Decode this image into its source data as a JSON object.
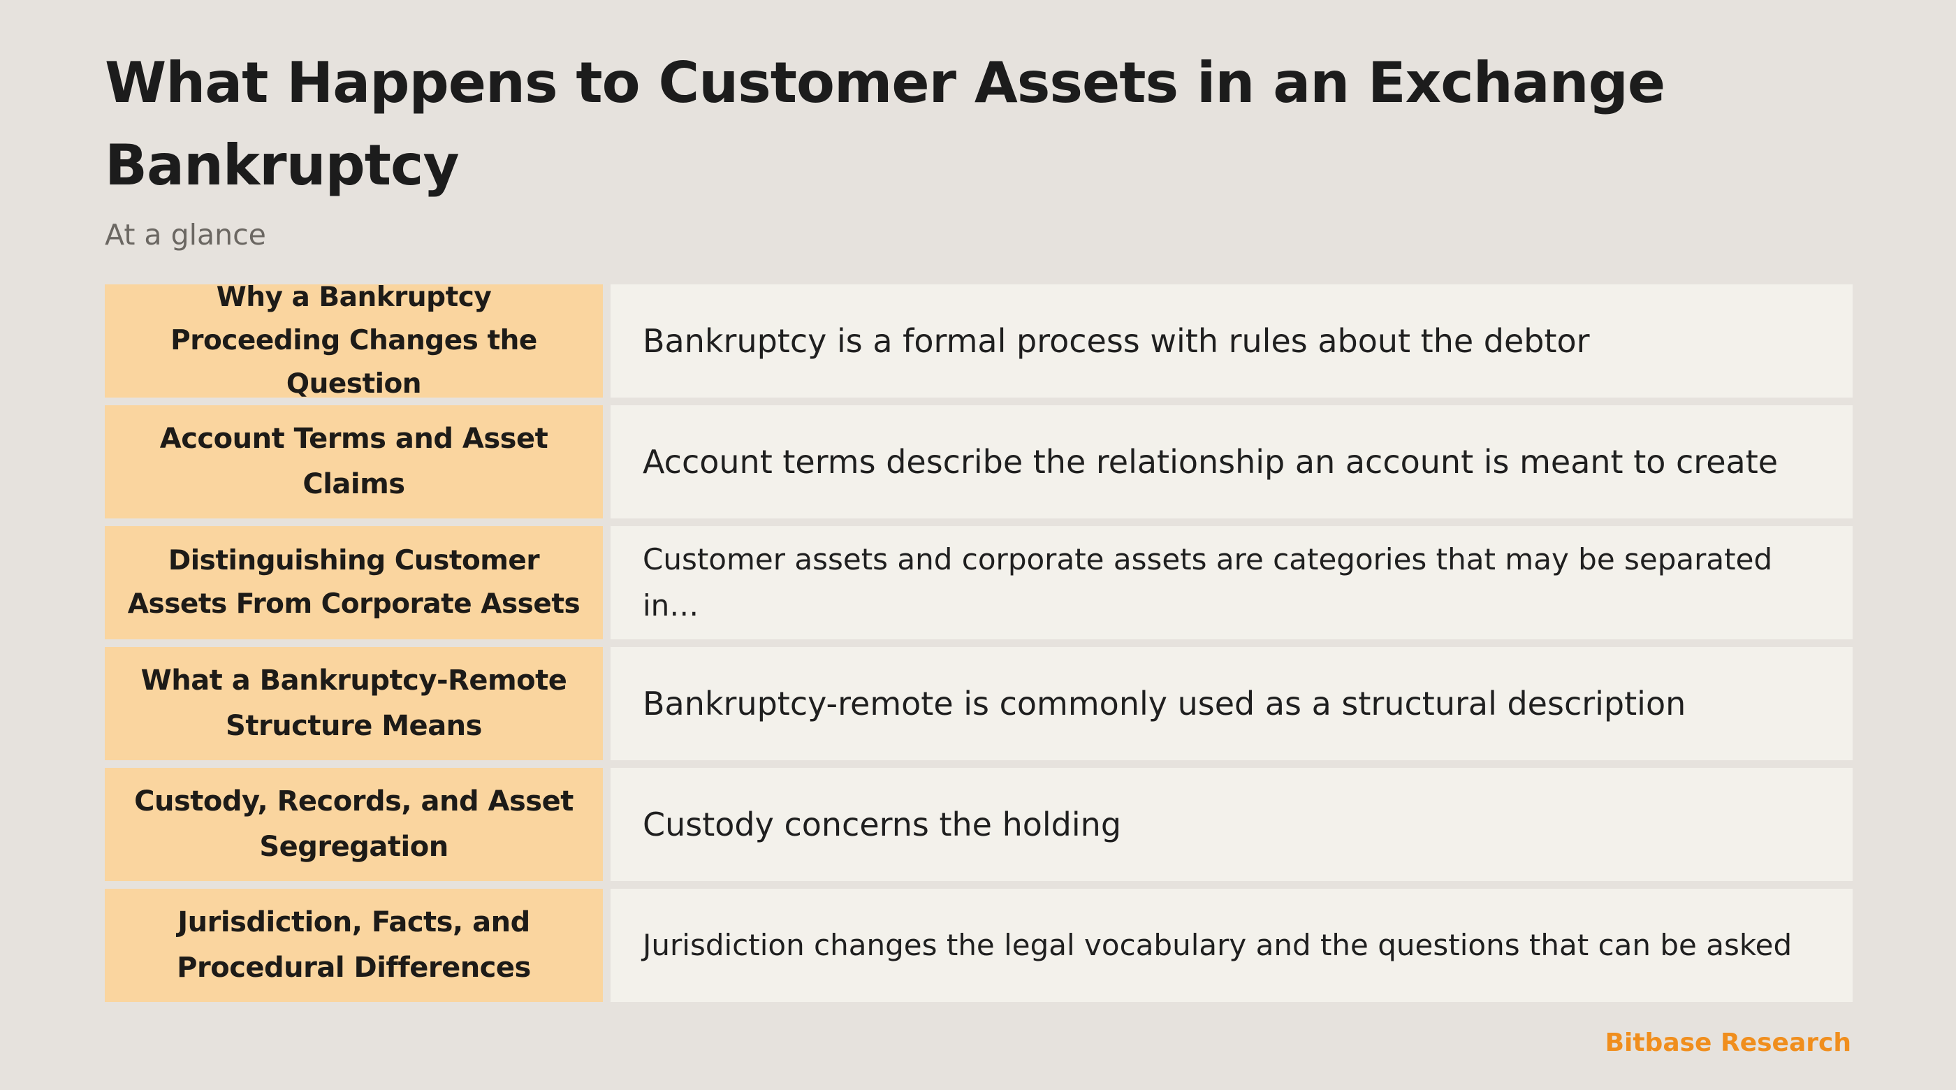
{
  "page": {
    "background": "#e6e2dd",
    "label_color": "#fad59f",
    "cell_color": "#f3f1eb",
    "accent": "#f08e1d"
  },
  "header": {
    "title": "What Happens to Customer Assets in an Exchange Bankruptcy",
    "subtitle": "At a glance"
  },
  "table": {
    "rows": [
      {
        "label": "Why a Bankruptcy Proceeding Changes the Question",
        "text": "Bankruptcy is a formal process with rules about the debtor"
      },
      {
        "label": "Account Terms and Asset Claims",
        "text": "Account terms describe the relationship an account is meant to create"
      },
      {
        "label": "Distinguishing Customer Assets From Corporate Assets",
        "text": "Customer assets and corporate assets are categories that may be separated in…"
      },
      {
        "label": "What a Bankruptcy-Remote Structure Means",
        "text": "Bankruptcy-remote is commonly used as a structural description"
      },
      {
        "label": "Custody, Records, and Asset Segregation",
        "text": "Custody concerns the holding"
      },
      {
        "label": "Jurisdiction, Facts, and Procedural Differences",
        "text": "Jurisdiction changes the legal vocabulary and the questions that can be asked"
      }
    ]
  },
  "footer": {
    "brand": "Bitbase Research"
  }
}
